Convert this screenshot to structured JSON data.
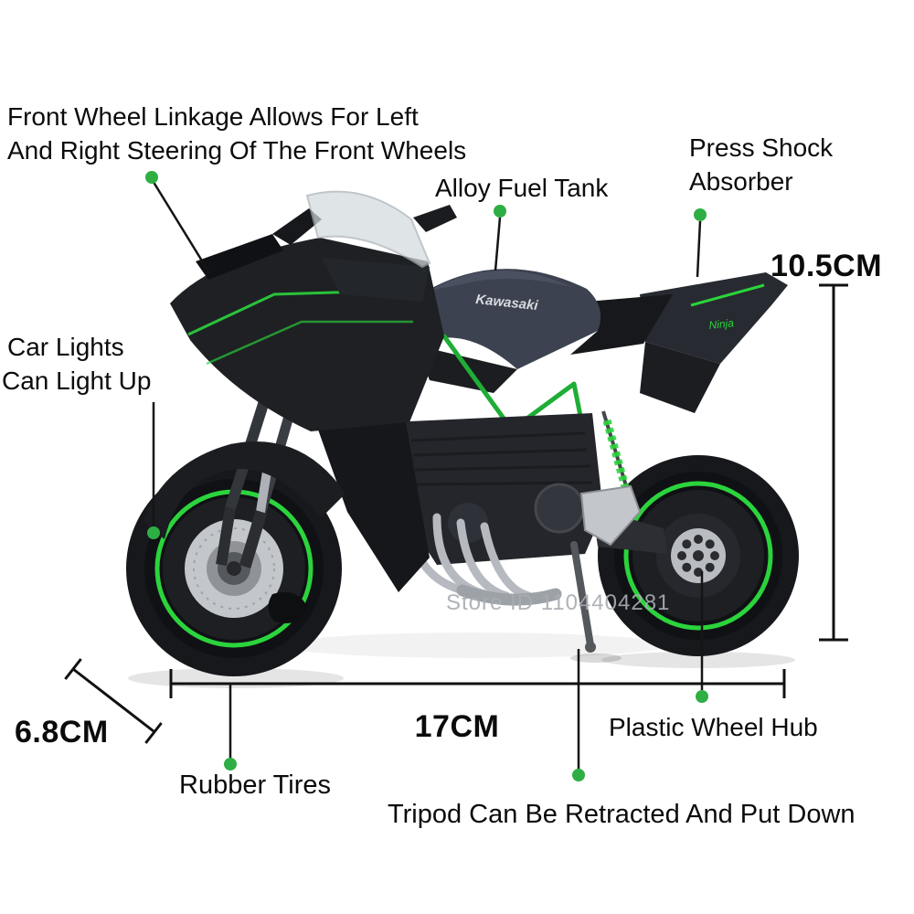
{
  "page": {
    "background": "#ffffff",
    "accent": "#2fae44",
    "text_color": "#0b0b0b",
    "watermark_color": "#a9adb1"
  },
  "annotations": {
    "front_wheel_linkage": {
      "line1": "Front Wheel Linkage Allows For Left",
      "line2": "And Right Steering Of The Front Wheels"
    },
    "alloy_fuel_tank": {
      "label": "Alloy Fuel Tank"
    },
    "press_shock_absorber": {
      "line1": "Press Shock",
      "line2": "Absorber"
    },
    "car_lights": {
      "line1": "Car Lights",
      "line2": "Can Light Up"
    },
    "rubber_tires": {
      "label": "Rubber Tires"
    },
    "tripod": {
      "label": "Tripod Can Be Retracted And Put Down"
    },
    "plastic_wheel_hub": {
      "label": "Plastic Wheel Hub"
    }
  },
  "dimensions": {
    "height": "10.5CM",
    "depth": "6.8CM",
    "length": "17CM"
  },
  "watermark": "Store ID 1104404281",
  "motorcycle": {
    "tank_text": "Kawasaki",
    "tail_text": "Ninja",
    "body_color": "#24262b",
    "accent_green": "#2bd43c"
  }
}
